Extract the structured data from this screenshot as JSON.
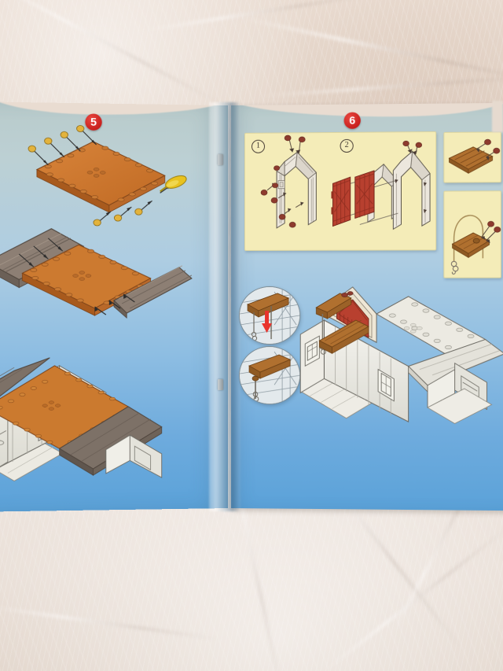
{
  "photo": {
    "subject": "toy-assembly-instruction-booklet",
    "background_surface": "crumpled beige paper",
    "background_color": "#e9dbd0"
  },
  "booklet": {
    "page_bg_top_color": "#b9cbcb",
    "page_bg_bottom_color": "#5ba2d9",
    "inset_panel_color": "#f4ecb8",
    "badge_color": "#c9201d"
  },
  "left_page": {
    "step_badge": "5",
    "parts": {
      "floor_plate_color": "#c8722d",
      "roof_panel_color": "#8a7a6d",
      "wall_color": "#e8e8e2",
      "screw_color": "#e3b33c",
      "tool": "screwdriver"
    },
    "diagrams": [
      {
        "name": "floor-plate-with-screws",
        "label": ""
      },
      {
        "name": "floor-plate-with-roof-panels",
        "label": ""
      },
      {
        "name": "assembled-barn-with-roof",
        "label": ""
      }
    ]
  },
  "right_page": {
    "step_badge": "6",
    "substeps": [
      {
        "number": "1",
        "name": "gable-frame-assembly"
      },
      {
        "number": "2",
        "name": "barn-doors-between-gables"
      }
    ],
    "side_panels": [
      {
        "name": "plank-beam-panel"
      },
      {
        "name": "pulley-hoist-panel"
      }
    ],
    "callouts": [
      {
        "name": "hoist-detail-with-arrow",
        "arrow_color": "#e8332c",
        "arrow_direction": "down"
      },
      {
        "name": "hoist-detail-installed",
        "arrow_color": "",
        "arrow_direction": ""
      }
    ],
    "parts": {
      "door_color": "#b8402f",
      "beam_color": "#b0702f",
      "frame_color": "#ece7dd",
      "screw_color": "#8e3b2e"
    },
    "diagrams": [
      {
        "name": "assembled-barn-with-hayloft-door",
        "label": ""
      }
    ]
  }
}
